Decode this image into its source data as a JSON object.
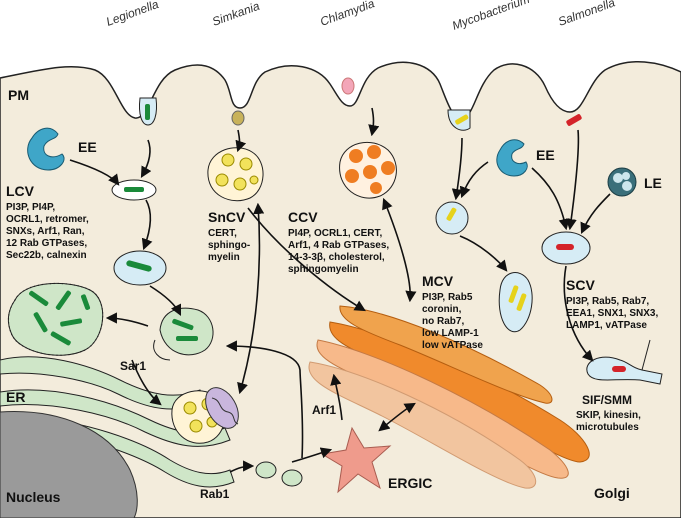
{
  "pathogens": {
    "legionella": "Legionella",
    "simkania": "Simkania",
    "chlamydia": "Chlamydia",
    "mycobacterium": "Mycobacterium",
    "salmonella": "Salmonella"
  },
  "compartments": {
    "pm": "PM",
    "er": "ER",
    "nucleus": "Nucleus",
    "golgi": "Golgi",
    "ergic": "ERGIC",
    "ee_left": "EE",
    "ee_right": "EE",
    "le": "LE"
  },
  "factors": {
    "sar1": "Sar1",
    "arf1": "Arf1",
    "rab1": "Rab1"
  },
  "lcv": {
    "title": "LCV",
    "lines": [
      "PI3P, PI4P,",
      "OCRL1, retromer,",
      "SNXs, Arf1, Ran,",
      "12 Rab GTPases,",
      "Sec22b, calnexin"
    ]
  },
  "sncv": {
    "title": "SnCV",
    "lines": [
      "CERT,",
      "sphingo-",
      "myelin"
    ]
  },
  "ccv": {
    "title": "CCV",
    "lines": [
      "PI4P, OCRL1, CERT,",
      "Arf1, 4 Rab GTPases,",
      "14-3-3β, cholesterol,",
      "sphingomyelin"
    ]
  },
  "mcv": {
    "title": "MCV",
    "lines": [
      "PI3P, Rab5",
      "coronin,",
      "no Rab7,",
      "low LAMP-1",
      "low vATPase"
    ]
  },
  "scv": {
    "title": "SCV",
    "lines": [
      "PI3P, Rab5, Rab7,",
      "EEA1, SNX1, SNX3,",
      "LAMP1, vATPase"
    ]
  },
  "sif": {
    "title": "SIF/SMM",
    "lines": [
      "SKIP, kinesin,",
      "microtubules"
    ]
  },
  "colors": {
    "background": "#f3ecdc",
    "vacuole_fill": "#d6ecf5",
    "bacteria_green": "#1a8a3a",
    "membrane_green": "#cfe6c8",
    "golgi_orange": "#f08a2c",
    "golgi_peach": "#f7b98a",
    "ergic_pink": "#ef9b8c",
    "nucleus_grey": "#9a9a9a",
    "ee_blue": "#3fa6c8",
    "salmonella_red": "#d4232a",
    "myco_yellow": "#e6d21b",
    "chlamydia_orange": "#ef7d22"
  }
}
